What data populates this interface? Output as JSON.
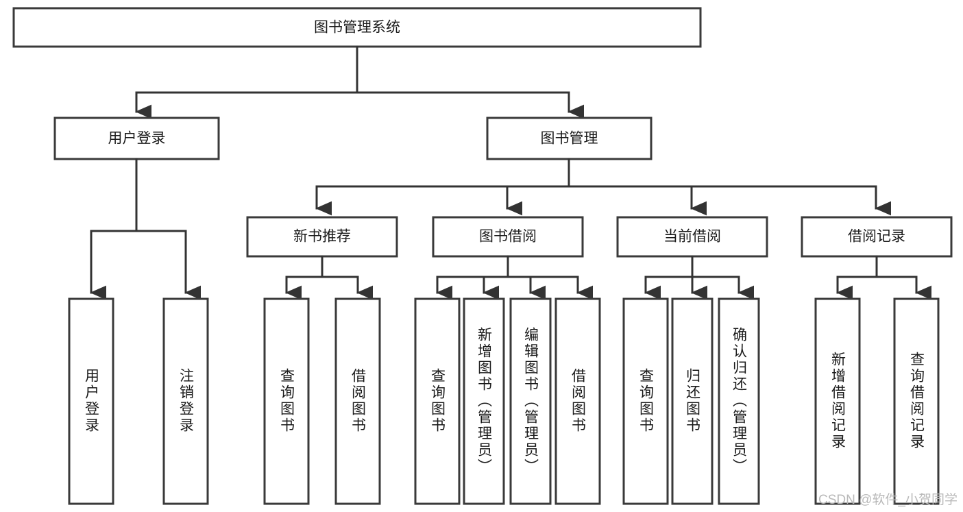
{
  "diagram": {
    "type": "tree-hierarchy-chart",
    "title_node": {
      "id": "root",
      "label": "图书管理系统"
    },
    "level2": [
      {
        "id": "user-login",
        "label": "用户登录"
      },
      {
        "id": "book-manage",
        "label": "图书管理"
      }
    ],
    "level3": [
      {
        "id": "new-book-rec",
        "label": "新书推荐",
        "parent": "book-manage"
      },
      {
        "id": "book-borrow",
        "label": "图书借阅",
        "parent": "book-manage"
      },
      {
        "id": "current-borrow",
        "label": "当前借阅",
        "parent": "book-manage"
      },
      {
        "id": "borrow-record",
        "label": "借阅记录",
        "parent": "book-manage"
      }
    ],
    "leaves": {
      "user-login": [
        {
          "id": "leaf-user-login",
          "label": "用户登录"
        },
        {
          "id": "leaf-logout",
          "label": "注销登录"
        }
      ],
      "new-book-rec": [
        {
          "id": "leaf-query-book-1",
          "label": "查询图书"
        },
        {
          "id": "leaf-borrow-book-1",
          "label": "借阅图书"
        }
      ],
      "book-borrow": [
        {
          "id": "leaf-query-book-2",
          "label": "查询图书"
        },
        {
          "id": "leaf-add-book",
          "label": "新增图书（管理员）"
        },
        {
          "id": "leaf-edit-book",
          "label": "编辑图书（管理员）"
        },
        {
          "id": "leaf-borrow-book-2",
          "label": "借阅图书"
        }
      ],
      "current-borrow": [
        {
          "id": "leaf-query-book-3",
          "label": "查询图书"
        },
        {
          "id": "leaf-return-book",
          "label": "归还图书"
        },
        {
          "id": "leaf-confirm-return",
          "label": "确认归还（管理员）"
        }
      ],
      "borrow-record": [
        {
          "id": "leaf-add-record",
          "label": "新增借阅记录"
        },
        {
          "id": "leaf-query-record",
          "label": "查询借阅记录"
        }
      ]
    },
    "colors": {
      "box_stroke": "#3a3a3a",
      "box_fill": "#ffffff",
      "line": "#333333",
      "text": "#1a1a1a",
      "watermark": "#b9b9b9",
      "background": "#ffffff"
    }
  },
  "watermark": {
    "text": "CSDN @软件_小贺同学"
  }
}
